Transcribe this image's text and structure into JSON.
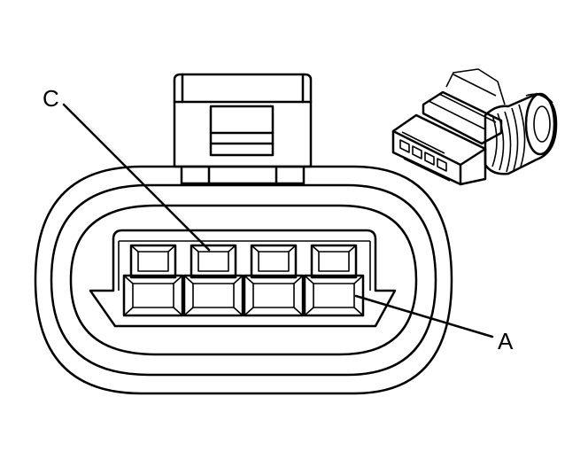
{
  "diagram": {
    "callouts": [
      {
        "id": "C",
        "label": "C"
      },
      {
        "id": "A",
        "label": "A"
      }
    ],
    "terminal_count": 4
  }
}
